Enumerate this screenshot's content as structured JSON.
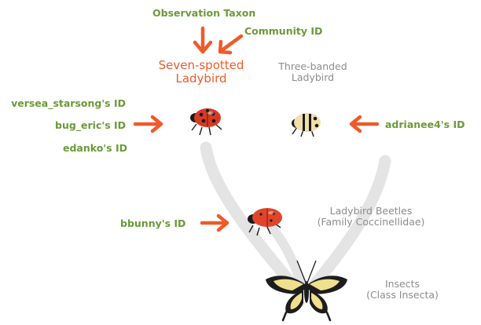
{
  "taxa": {
    "seven_spotted": {
      "line1": "Seven-spotted",
      "line2": "Ladybird"
    },
    "three_banded": {
      "line1": "Three-banded",
      "line2": "Ladybird"
    },
    "ladybird_beetles": {
      "line1": "Ladybird Beetles",
      "line2": "(Family Coccinellidae)"
    },
    "insects": {
      "line1": "Insects",
      "line2": "(Class Insecta)"
    }
  },
  "identifiers": {
    "observation_taxon": "Observation Taxon",
    "community_id": "Community ID",
    "versea_starsong": "versea_starsong's ID",
    "bug_eric": "bug_eric's ID",
    "edanko": "edanko's ID",
    "adrianee4": "adrianee4's ID",
    "bbunny": "bbunny's ID"
  },
  "icons": [
    "ladybird-icon",
    "three-banded-ladybird-icon",
    "ladybird-beetle-icon",
    "swallowtail-butterfly-icon",
    "arrow-icon"
  ],
  "colors": {
    "identifier_text": "#6b9a38",
    "highlight": "#ef5a2a",
    "taxon_text": "#8c8c8c",
    "branch": "#e4e4e4"
  }
}
